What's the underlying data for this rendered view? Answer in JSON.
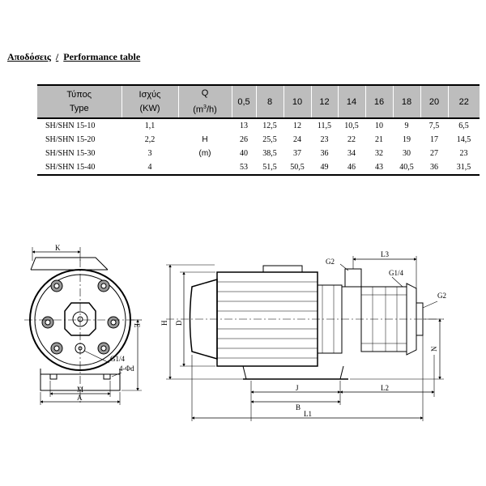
{
  "title": {
    "greek": "Αποδόσεις",
    "separator": "/",
    "english": "Performance table"
  },
  "table": {
    "headers": {
      "type_gr": "Τύπος",
      "type_en": "Type",
      "power_gr": "Ισχύς",
      "power_en": "(KW)",
      "q_label": "Q",
      "q_unit_pre": "(m",
      "q_unit_sup": "3",
      "q_unit_post": "/h)",
      "flows": [
        "0,5",
        "8",
        "10",
        "12",
        "14",
        "16",
        "18",
        "20",
        "22"
      ]
    },
    "h_label": "H",
    "h_unit": "(m)",
    "rows": [
      {
        "model": "SH/SHN 15-10",
        "power": "1,1",
        "values": [
          "13",
          "12,5",
          "12",
          "11,5",
          "10,5",
          "10",
          "9",
          "7,5",
          "6,5"
        ]
      },
      {
        "model": "SH/SHN 15-20",
        "power": "2,2",
        "values": [
          "26",
          "25,5",
          "24",
          "23",
          "22",
          "21",
          "19",
          "17",
          "14,5"
        ]
      },
      {
        "model": "SH/SHN 15-30",
        "power": "3",
        "values": [
          "40",
          "38,5",
          "37",
          "36",
          "34",
          "32",
          "30",
          "27",
          "23"
        ]
      },
      {
        "model": "SH/SHN 15-40",
        "power": "4",
        "values": [
          "53",
          "51,5",
          "50,5",
          "49",
          "46",
          "43",
          "40,5",
          "36",
          "31,5"
        ]
      }
    ]
  },
  "drawing": {
    "labels": {
      "K": "K",
      "E": "E",
      "G1_4_left": "G1/4",
      "phi_d": "4-Φd",
      "M": "M",
      "A": "A",
      "H": "H",
      "D": "D",
      "G2_top": "G2",
      "L3": "L3",
      "G1_4_right": "G1/4",
      "G2_right": "G2",
      "N": "N",
      "J": "J",
      "L2": "L2",
      "B": "B",
      "L1": "L1"
    }
  }
}
